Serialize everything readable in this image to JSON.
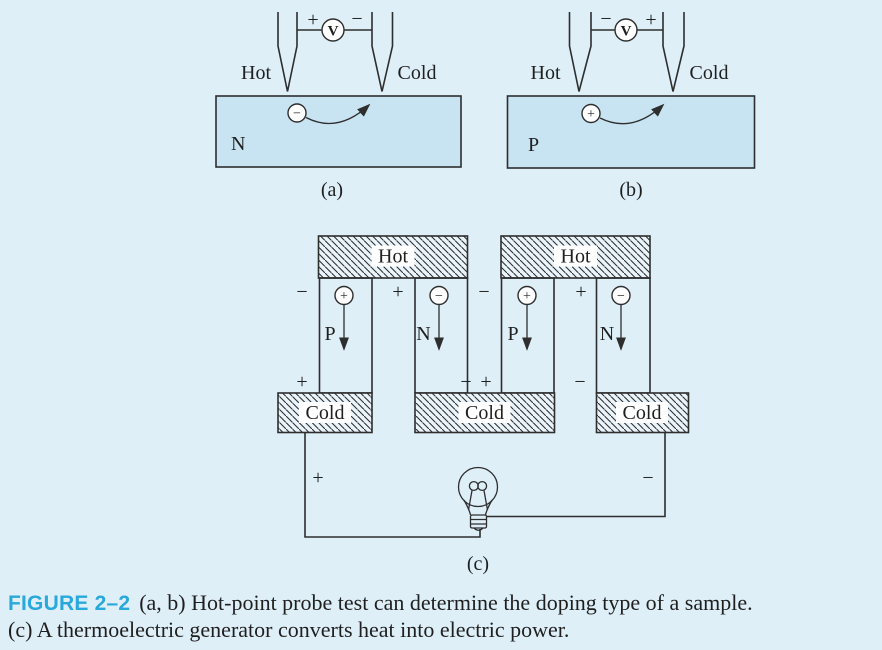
{
  "panel_a": {
    "probe_hot_label": "Hot",
    "probe_cold_label": "Cold",
    "voltmeter_label": "V",
    "voltmeter_left_sign": "+",
    "voltmeter_right_sign": "−",
    "sample_type": "N",
    "carrier_symbol": "−",
    "panel_tag": "(a)"
  },
  "panel_b": {
    "probe_hot_label": "Hot",
    "probe_cold_label": "Cold",
    "voltmeter_label": "V",
    "voltmeter_left_sign": "−",
    "voltmeter_right_sign": "+",
    "sample_type": "P",
    "carrier_symbol": "+",
    "panel_tag": "(b)"
  },
  "panel_c": {
    "hot_plate_labels": [
      "Hot",
      "Hot"
    ],
    "cold_plate_labels": [
      "Cold",
      "Cold",
      "Cold"
    ],
    "legs": [
      {
        "type": "P",
        "carrier_symbol": "+",
        "hot_end_sign": "−",
        "cold_end_sign": "+"
      },
      {
        "type": "N",
        "carrier_symbol": "−",
        "hot_end_sign": "+",
        "cold_end_sign": "−"
      },
      {
        "type": "P",
        "carrier_symbol": "+",
        "hot_end_sign": "−",
        "cold_end_sign": "+"
      },
      {
        "type": "N",
        "carrier_symbol": "−",
        "hot_end_sign": "+",
        "cold_end_sign": "−"
      }
    ],
    "positive_terminal_sign": "+",
    "negative_terminal_sign": "−",
    "panel_tag": "(c)"
  },
  "caption": {
    "figure_tag": "FIGURE 2–2",
    "line1": "(a, b) Hot-point probe test can determine the doping type of a sample.",
    "line2": "(c) A thermoelectric generator converts heat into electric power."
  },
  "colors": {
    "background": "#DEEFF8",
    "block_fill": "#C8E3F2",
    "hatch_fill": "#EAF4FB",
    "line": "#2E2E2E",
    "ink": "#1F1F1F",
    "figure_tag_blue": "#29A8DC",
    "label_box_fill": "#FFFFFF"
  }
}
